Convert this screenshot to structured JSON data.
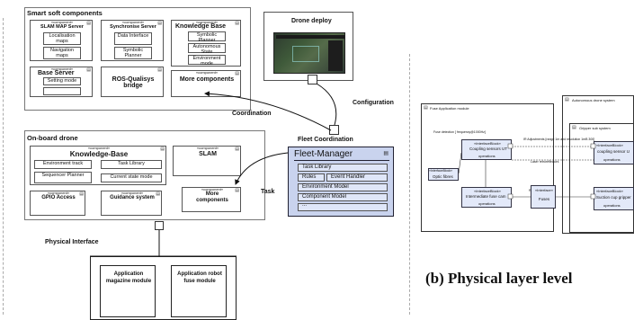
{
  "left": {
    "smart_soft": {
      "title": "Smart soft components",
      "slam_map": {
        "stereo": "«component»",
        "name": "SLAM MAP Server",
        "items": [
          "Localisation maps",
          "Navigation maps"
        ]
      },
      "sync": {
        "stereo": "«component»",
        "name": "Synchronise Server",
        "items": [
          "Data Interface",
          "Symbolic Planner"
        ]
      },
      "kb": {
        "stereo": "«component»",
        "name": "Knowledge Base",
        "items": [
          "Symbolic Planner",
          "Autonomous State",
          "Environment mode"
        ]
      },
      "base": {
        "stereo": "«component»",
        "name": "Base Server",
        "items": [
          "Setting mode",
          ""
        ]
      },
      "ros": {
        "name": "ROS-Qualisys bridge"
      },
      "more": {
        "stereo": "«component»",
        "name": "More components"
      }
    },
    "drone_deploy": {
      "title": "Drone deploy"
    },
    "on_board": {
      "title": "On-board drone",
      "kb": {
        "stereo": "«component»",
        "name": "Knowledge-Base",
        "items": [
          "Environment track",
          "Task Library",
          "Sequencer Planner",
          "Current state mode"
        ]
      },
      "slam": {
        "stereo": "«component»",
        "name": "SLAM"
      },
      "gpio": {
        "stereo": "«component»",
        "name": "GPIO Access"
      },
      "guidance": {
        "stereo": "«component»",
        "name": "Guidance system"
      },
      "more": {
        "stereo": "«component»",
        "name": "More components"
      }
    },
    "fleet": {
      "title": "Fleet Coordination",
      "manager": "Fleet-Manager",
      "rows": [
        "Task Library",
        "Rules",
        "Event Handler",
        "Environment Model",
        "Component Model",
        "..."
      ]
    },
    "edges": {
      "coordination": "Coordination",
      "configuration": "Configuration",
      "task": "Task",
      "physical_interface": "Physical Interface"
    },
    "physical": {
      "app1": "Application magazine module",
      "app2": "Application robot fuse module"
    }
  },
  "right": {
    "fuse_app": {
      "title": "Fuse Application module"
    },
    "autonomous": {
      "title": "Autonomous drone system"
    },
    "gripper": {
      "title": "Gripper sub system"
    },
    "fuse_detection": "Fuse detection [ frequency@1000Hz]",
    "adjustments": "IR Adjustments [range 1m and resolution 1mB 300]",
    "laser": "Laser retroreflectors",
    "request": "Request fuses  Arg",
    "stereo": "«InterfaceBlock»",
    "blocks": {
      "coupling_left": {
        "name": "Coupling sensors UT",
        "ops": "operations"
      },
      "coupling_right": {
        "name": "coupling sensor U",
        "ops": "operations"
      },
      "optic": {
        "name": "Optic fibres"
      },
      "intermediate": {
        "name": "Intermediate fuse cam",
        "ops": "operations"
      },
      "fuses_stereo": "«Interface»",
      "fuses": {
        "name": "Fuses"
      },
      "suction": {
        "name": "Suction cup gripper",
        "ops": "operations"
      }
    },
    "caption": "(b) Physical layer level"
  }
}
